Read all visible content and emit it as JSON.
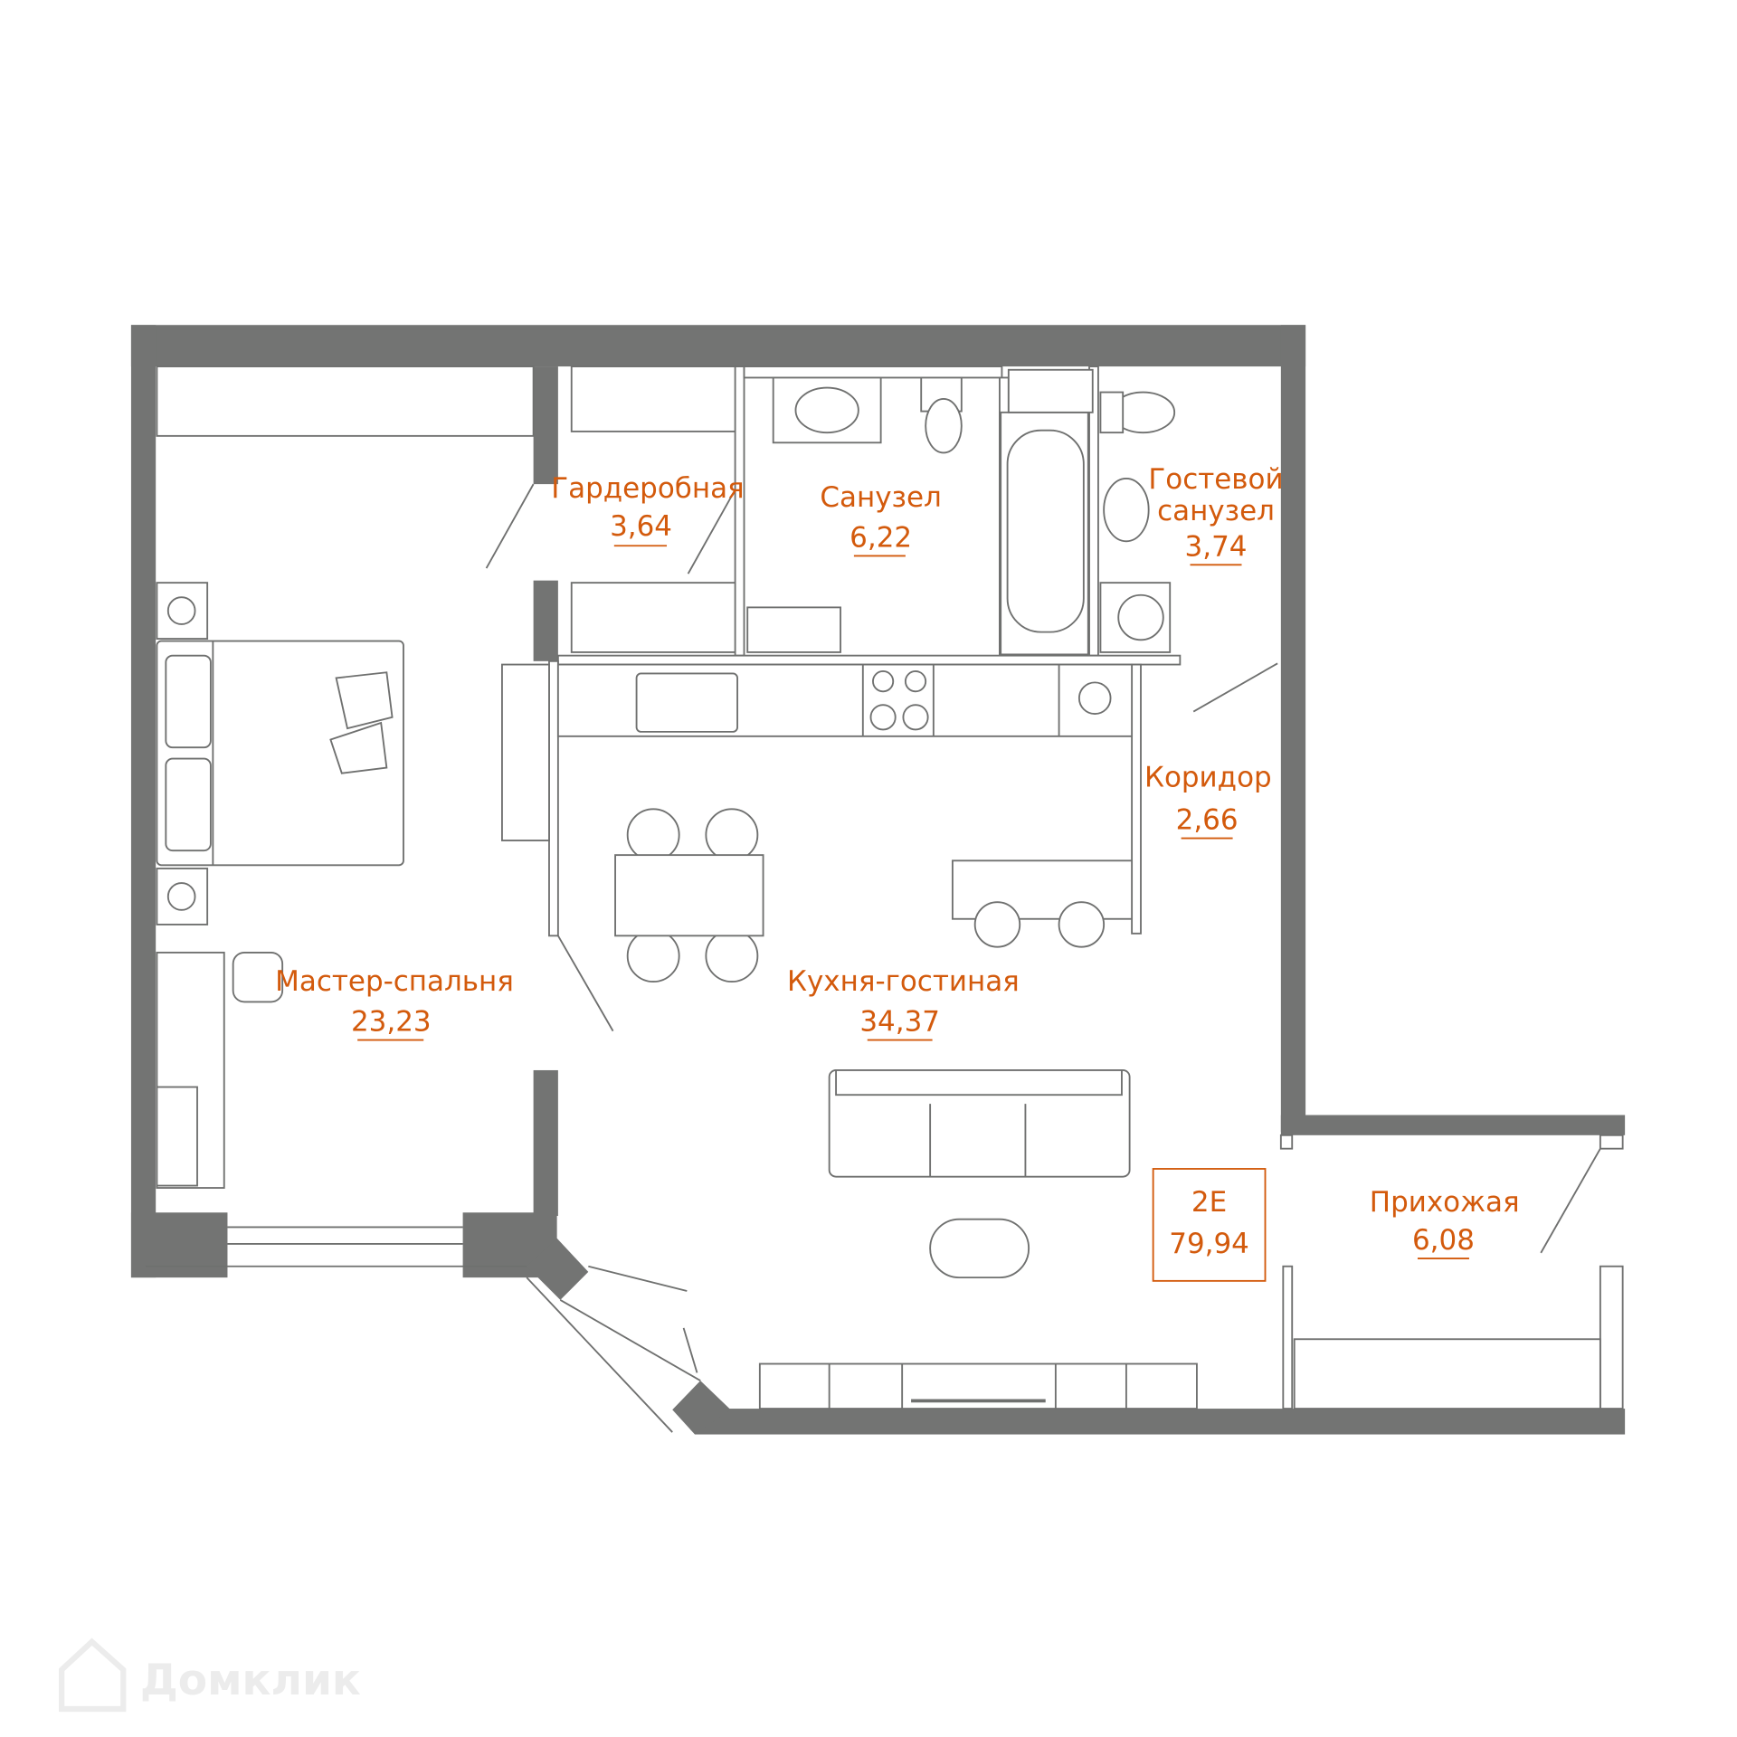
{
  "plan": {
    "apartment_code": "2E",
    "total_area": "79,94",
    "accent_color": "#d35a0c",
    "wall_color": "#737473",
    "rooms": [
      {
        "name": "Гардеробная",
        "area": "3,64"
      },
      {
        "name": "Санузел",
        "area": "6,22"
      },
      {
        "name": "Гостевой",
        "name2": "санузел",
        "area": "3,74"
      },
      {
        "name": "Коридор",
        "area": "2,66"
      },
      {
        "name": "Мастер-спальня",
        "area": "23,23"
      },
      {
        "name": "Кухня-гостиная",
        "area": "34,37"
      },
      {
        "name": "Прихожая",
        "area": "6,08"
      }
    ]
  },
  "watermark": "Домклик"
}
